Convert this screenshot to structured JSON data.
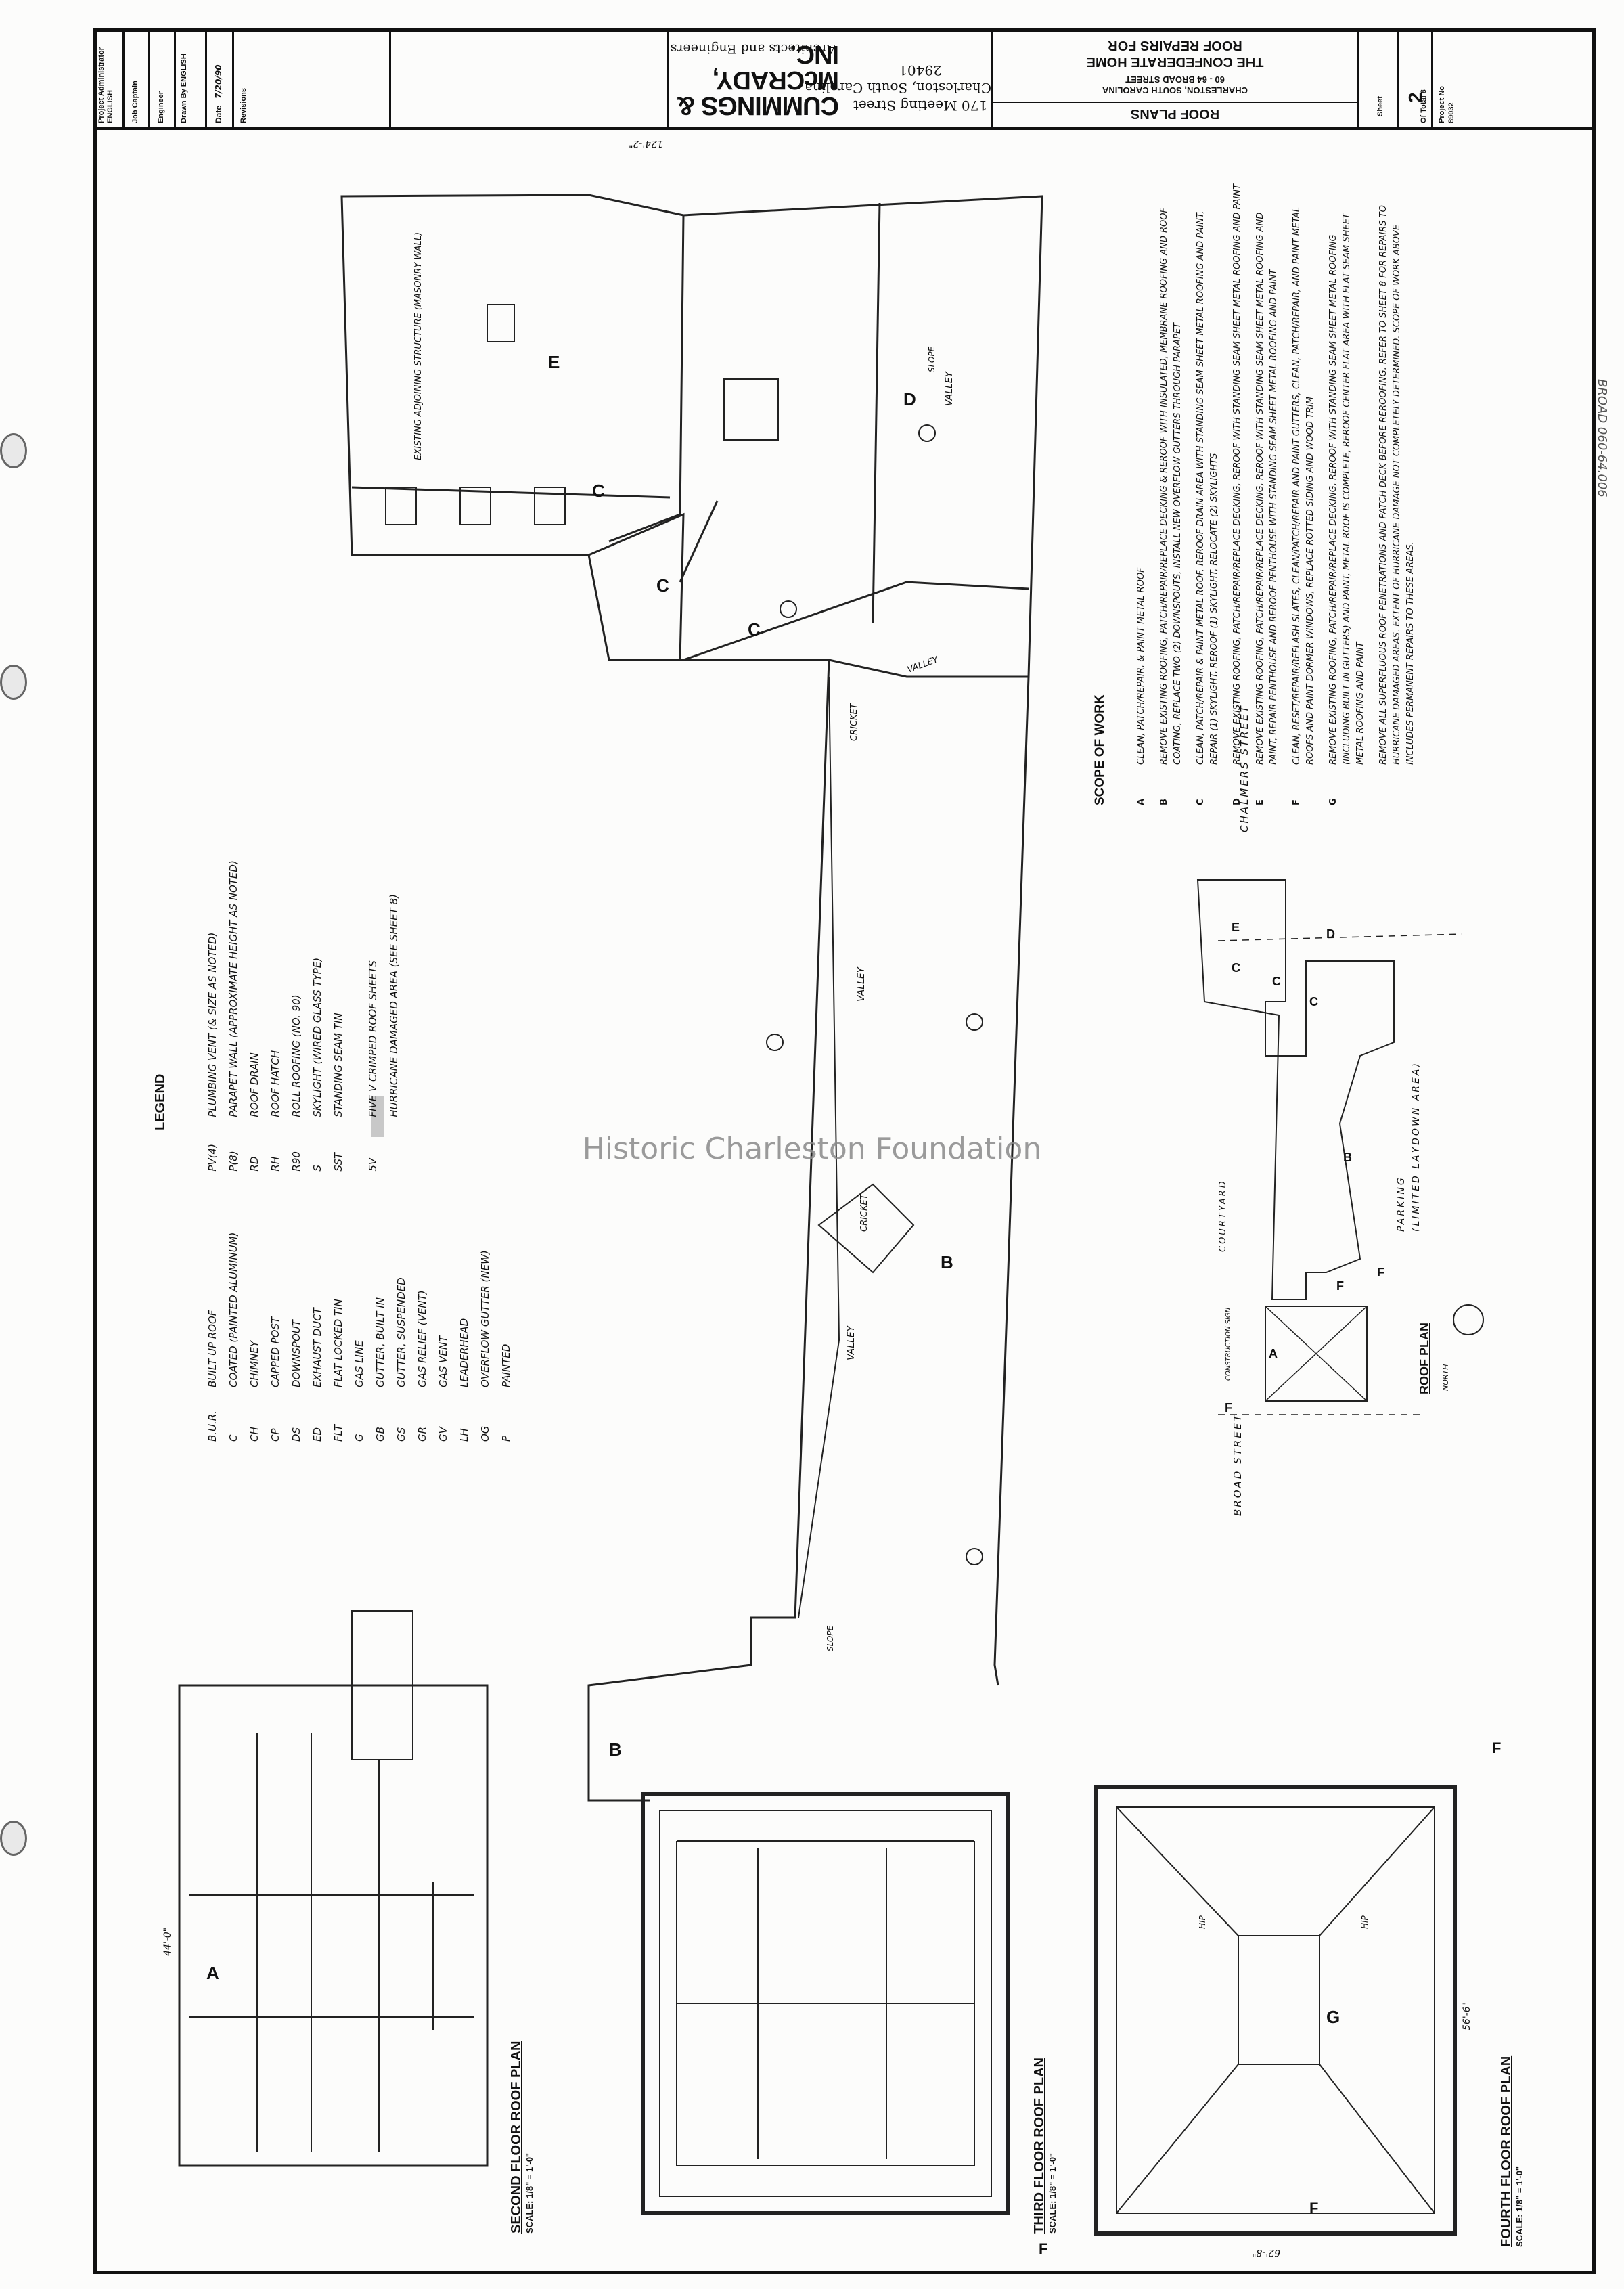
{
  "title_block": {
    "project_admin_label": "Project Administrator",
    "project_admin": "ENGLISH",
    "job_captain_label": "Job Captain",
    "engineer_label": "Engineer",
    "drawn_by_label": "Drawn By",
    "drawn_by": "ENGLISH",
    "date_label": "Date",
    "date": "7/20/90",
    "revisions_label": "Revisions",
    "firm_name": "CUMMINGS & McCRADY, INC.",
    "firm_sub": "Architects and Engineers",
    "firm_address1": "170 Meeting Street",
    "firm_address2": "Charleston, South Carolina",
    "firm_address3": "29401",
    "project_title1": "ROOF REPAIRS FOR",
    "project_title2": "THE CONFEDERATE HOME",
    "project_address1": "60 - 64 BROAD STREET",
    "project_address2": "CHARLESTON, SOUTH CAROLINA",
    "sheet_title": "ROOF PLANS",
    "sheet_label": "Sheet",
    "sheet_no": "2",
    "of_total_label": "Of Total",
    "of_total": "8",
    "project_no_label": "Project No",
    "project_no": "89032"
  },
  "watermark": "Historic Charleston Foundation",
  "archive_number": "BROAD 060-64.006",
  "legend": {
    "title": "LEGEND",
    "left_items": [
      {
        "abbr": "B.U.R.",
        "desc": "BUILT UP ROOF"
      },
      {
        "abbr": "C",
        "desc": "COATED (PAINTED ALUMINUM)"
      },
      {
        "abbr": "CH",
        "desc": "CHIMNEY"
      },
      {
        "abbr": "CP",
        "desc": "CAPPED POST"
      },
      {
        "abbr": "DS",
        "desc": "DOWNSPOUT"
      },
      {
        "abbr": "ED",
        "desc": "EXHAUST DUCT"
      },
      {
        "abbr": "FLT",
        "desc": "FLAT LOCKED TIN"
      },
      {
        "abbr": "G",
        "desc": "GAS LINE"
      },
      {
        "abbr": "GB",
        "desc": "GUTTER, BUILT IN"
      },
      {
        "abbr": "GS",
        "desc": "GUTTER, SUSPENDED"
      },
      {
        "abbr": "GR",
        "desc": "GAS RELIEF (VENT)"
      },
      {
        "abbr": "GV",
        "desc": "GAS VENT"
      },
      {
        "abbr": "LH",
        "desc": "LEADERHEAD"
      },
      {
        "abbr": "OG",
        "desc": "OVERFLOW GUTTER (NEW)"
      },
      {
        "abbr": "P",
        "desc": "PAINTED"
      }
    ],
    "right_items": [
      {
        "abbr": "PV(4)",
        "desc": "PLUMBING VENT (& SIZE AS NOTED)"
      },
      {
        "abbr": "P(8)",
        "desc": "PARAPET WALL (APPROXIMATE HEIGHT AS NOTED)"
      },
      {
        "abbr": "RD",
        "desc": "ROOF DRAIN"
      },
      {
        "abbr": "RH",
        "desc": "ROOF HATCH"
      },
      {
        "abbr": "R90",
        "desc": "ROLL ROOFING (NO. 90)"
      },
      {
        "abbr": "S",
        "desc": "SKYLIGHT (WIRED GLASS TYPE)"
      },
      {
        "abbr": "SST",
        "desc": "STANDING SEAM TIN"
      },
      {
        "abbr": "5V",
        "desc": "FIVE V CRIMPED ROOF SHEETS"
      },
      {
        "abbr": "",
        "desc": "HURRICANE DAMAGED AREA (SEE SHEET 8)"
      }
    ]
  },
  "scope": {
    "title": "SCOPE OF WORK",
    "items": [
      {
        "key": "A",
        "text": "CLEAN, PATCH/REPAIR, & PAINT METAL ROOF"
      },
      {
        "key": "B",
        "text": "REMOVE EXISTING ROOFING, PATCH/REPAIR/REPLACE DECKING & REROOF WITH INSULATED, MEMBRANE ROOFING AND ROOF COATING, REPLACE TWO (2) DOWNSPOUTS, INSTALL NEW OVERFLOW GUTTERS THROUGH PARAPET"
      },
      {
        "key": "C",
        "text": "CLEAN, PATCH/REPAIR & PAINT METAL ROOF, REROOF DRAIN AREA WITH STANDING SEAM SHEET METAL ROOFING AND PAINT, REPAIR (1) SKYLIGHT, REROOF (1) SKYLIGHT, RELOCATE (2) SKYLIGHTS"
      },
      {
        "key": "D",
        "text": "REMOVE EXISTING ROOFING, PATCH/REPAIR/REPLACE DECKING, REROOF WITH STANDING SEAM SHEET METAL ROOFING AND PAINT"
      },
      {
        "key": "E",
        "text": "REMOVE EXISTING ROOFING, PATCH/REPAIR/REPLACE DECKING, REROOF WITH STANDING SEAM SHEET METAL ROOFING AND PAINT, REPAIR PENTHOUSE AND REROOF PENTHOUSE WITH STANDING SEAM SHEET METAL ROOFING AND PAINT"
      },
      {
        "key": "F",
        "text": "CLEAN, RESET/REPAIR/REFLASH SLATES, CLEAN/PATCH/REPAIR AND PAINT GUTTERS, CLEAN, PATCH/REPAIR, AND PAINT METAL ROOFS AND PAINT DORMER WINDOWS, REPLACE ROTTED SIDING AND WOOD TRIM"
      },
      {
        "key": "G",
        "text": "REMOVE EXISTING ROOFING, PATCH/REPAIR/REPLACE DECKING, REROOF WITH STANDING SEAM SHEET METAL ROOFING (INCLUDING BUILT IN GUTTERS) AND PAINT, METAL ROOF IS COMPLETE, REROOF CENTER FLAT AREA WITH FLAT SEAM SHEET METAL ROOFING AND PAINT"
      },
      {
        "key": "",
        "text": "REMOVE ALL SUPERFLUOUS ROOF PENETRATIONS AND PATCH DECK BEFORE REROOFING. REFER TO SHEET 8 FOR REPAIRS TO HURRICANE DAMAGED AREAS. EXTENT OF HURRICANE DAMAGE NOT COMPLETELY DETERMINED. SCOPE OF WORK ABOVE INCLUDES PERMANENT REPAIRS TO THESE AREAS."
      }
    ]
  },
  "roof_plan": {
    "title": "ROOF PLAN",
    "street_top": "CHALMERS STREET",
    "street_bottom": "BROAD STREET",
    "courtyard": "COURTYARD",
    "parking": "PARKING",
    "parking_sub": "(LIMITED LAYDOWN AREA)",
    "north": "NORTH",
    "construction": "CONSTRUCTION SIGN",
    "areas": [
      "A",
      "B",
      "C",
      "C",
      "C",
      "D",
      "E",
      "F",
      "F",
      "F"
    ]
  },
  "plan_titles": {
    "second_floor": "SECOND FLOOR ROOF PLAN",
    "second_scale": "SCALE: 1/8\" = 1'-0\"",
    "third_floor": "THIRD FLOOR ROOF PLAN",
    "third_scale": "SCALE: 1/8\" = 1'-0\"",
    "fourth_floor": "FOURTH FLOOR ROOF PLAN",
    "fourth_scale": "SCALE: 1/8\" = 1'-0\""
  },
  "area_labels": [
    "A",
    "B",
    "B",
    "C",
    "C",
    "C",
    "D",
    "E",
    "F",
    "F",
    "F",
    "G"
  ],
  "annotations": {
    "valley": "VALLEY",
    "slope": "SLOPE",
    "cricket": "CRICKET",
    "hip": "HIP",
    "existing_wall": "EXISTING ADJOINING STRUCTURE (MASONRY WALL)",
    "dim_top": "124'-2\"",
    "dim_second": "44'-0\"",
    "dim_fourth": "56'-6\"",
    "dim_fourth_b": "62'-8\""
  }
}
